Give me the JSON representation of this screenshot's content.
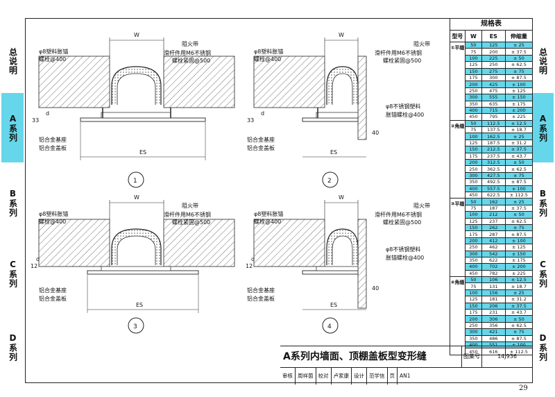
{
  "side_tabs_left": [
    {
      "label": "总说明",
      "active": false
    },
    {
      "label": "A系列",
      "active": true
    },
    {
      "label": "B系列",
      "active": false
    },
    {
      "label": "C系列",
      "active": false
    },
    {
      "label": "D系列",
      "active": false
    }
  ],
  "side_tabs_right": [
    {
      "label": "总说明",
      "active": false
    },
    {
      "label": "A系列",
      "active": true
    },
    {
      "label": "B系列",
      "active": false
    },
    {
      "label": "C系列",
      "active": false
    },
    {
      "label": "D系列",
      "active": false
    }
  ],
  "details": {
    "d1": {
      "number": "1",
      "fire": "阻火带",
      "anchor1": "φ8塑料胀锚",
      "anchor2": "螺栓@400",
      "slide1": "滑杆件用M6不锈钢",
      "slide2": "螺栓紧固@500",
      "base": "铝合金基座",
      "cover": "铝合金盖板",
      "w": "W",
      "es": "ES",
      "dim1": "d",
      "dim2": "33"
    },
    "d2": {
      "number": "2",
      "fire": "阻火带",
      "anchor1": "φ8塑料胀锚",
      "anchor2": "螺栓@400",
      "slide1": "滑杆件用M6不锈钢",
      "slide2": "螺栓紧固@500",
      "steel1": "φ8不锈钢塑料",
      "steel2": "胀锚螺栓@400",
      "base": "铝合金基座",
      "cover": "铝合金盖板",
      "w": "W",
      "es": "ES",
      "dim1": "d",
      "dim2": "33",
      "dim3": "40"
    },
    "d3": {
      "number": "3",
      "fire": "阻火带",
      "anchor1": "φ8塑料胀锚",
      "anchor2": "螺栓@400",
      "slide1": "滑杆件用M6不锈钢",
      "slide2": "螺栓紧固@500",
      "base": "铝合金基座",
      "cover": "铝合金盖板",
      "w": "W",
      "es": "ES",
      "dim1": "d",
      "dim2": "12"
    },
    "d4": {
      "number": "4",
      "fire": "阻火带",
      "anchor1": "φ8塑料胀锚",
      "anchor2": "螺栓@400",
      "slide1": "滑杆件用M6不锈钢",
      "slide2": "螺栓紧固@500",
      "steel1": "φ8不锈钢塑料",
      "steel2": "胀锚螺栓@400",
      "base": "铝合金基座",
      "cover": "铝合金盖板",
      "w": "W",
      "es": "ES",
      "dim1": "d",
      "dim2": "12",
      "dim3": "40"
    }
  },
  "spec_table": {
    "title": "规格表",
    "headers": [
      "型号",
      "W",
      "ES",
      "伸缩量"
    ],
    "groups": [
      {
        "label": "①平缝",
        "rows": [
          [
            "50",
            "125",
            "± 25"
          ],
          [
            "75",
            "200",
            "± 37.5"
          ],
          [
            "100",
            "225",
            "± 50"
          ],
          [
            "125",
            "250",
            "± 62.5"
          ],
          [
            "150",
            "275",
            "± 75"
          ],
          [
            "175",
            "300",
            "± 87.5"
          ],
          [
            "200",
            "425",
            "± 100"
          ],
          [
            "250",
            "475",
            "± 125"
          ],
          [
            "300",
            "555",
            "± 150"
          ],
          [
            "350",
            "635",
            "± 175"
          ],
          [
            "400",
            "715",
            "± 200"
          ],
          [
            "450",
            "795",
            "± 225"
          ]
        ]
      },
      {
        "label": "②角缝",
        "rows": [
          [
            "50",
            "112.5",
            "± 12.5"
          ],
          [
            "75",
            "137.5",
            "± 18.7"
          ],
          [
            "100",
            "162.5",
            "± 25"
          ],
          [
            "125",
            "187.5",
            "± 31.2"
          ],
          [
            "150",
            "212.5",
            "± 37.5"
          ],
          [
            "175",
            "237.5",
            "± 43.7"
          ],
          [
            "200",
            "312.5",
            "± 50"
          ],
          [
            "250",
            "362.5",
            "± 62.5"
          ],
          [
            "300",
            "427.5",
            "± 75"
          ],
          [
            "350",
            "492.5",
            "± 87.5"
          ],
          [
            "400",
            "557.5",
            "± 100"
          ],
          [
            "450",
            "622.5",
            "± 112.5"
          ]
        ]
      },
      {
        "label": "③平缝",
        "rows": [
          [
            "50",
            "162",
            "± 25"
          ],
          [
            "75",
            "187",
            "± 37.5"
          ],
          [
            "100",
            "212",
            "± 50"
          ],
          [
            "125",
            "237",
            "± 62.5"
          ],
          [
            "150",
            "262",
            "± 75"
          ],
          [
            "175",
            "287",
            "± 87.5"
          ],
          [
            "200",
            "412",
            "± 100"
          ],
          [
            "250",
            "462",
            "± 125"
          ],
          [
            "300",
            "542",
            "± 150"
          ],
          [
            "350",
            "622",
            "± 175"
          ],
          [
            "400",
            "702",
            "± 200"
          ],
          [
            "450",
            "782",
            "± 225"
          ]
        ]
      },
      {
        "label": "④角缝",
        "rows": [
          [
            "50",
            "106",
            "± 12.5"
          ],
          [
            "75",
            "131",
            "± 18.7"
          ],
          [
            "100",
            "156",
            "± 25"
          ],
          [
            "125",
            "181",
            "± 31.2"
          ],
          [
            "150",
            "206",
            "± 37.5"
          ],
          [
            "175",
            "231",
            "± 43.7"
          ],
          [
            "200",
            "306",
            "± 50"
          ],
          [
            "250",
            "356",
            "± 62.5"
          ],
          [
            "300",
            "421",
            "± 75"
          ],
          [
            "350",
            "486",
            "± 87.5"
          ],
          [
            "400",
            "551",
            "± 100"
          ],
          [
            "450",
            "616",
            "± 112.5"
          ]
        ]
      }
    ]
  },
  "title_block": {
    "title": "A系列内墙面、顶棚盖板型变形缝",
    "atlas_label": "图集号",
    "atlas_code": "14J936",
    "review": "审核",
    "reviewer": "周祥茵",
    "proof": "校对",
    "proofer": "卢家康",
    "design": "设计",
    "designer": "范学信",
    "page_label": "页",
    "page_code": "AN1"
  },
  "page_number": "29",
  "colors": {
    "accent": "#66d6ea",
    "ink": "#111111"
  }
}
